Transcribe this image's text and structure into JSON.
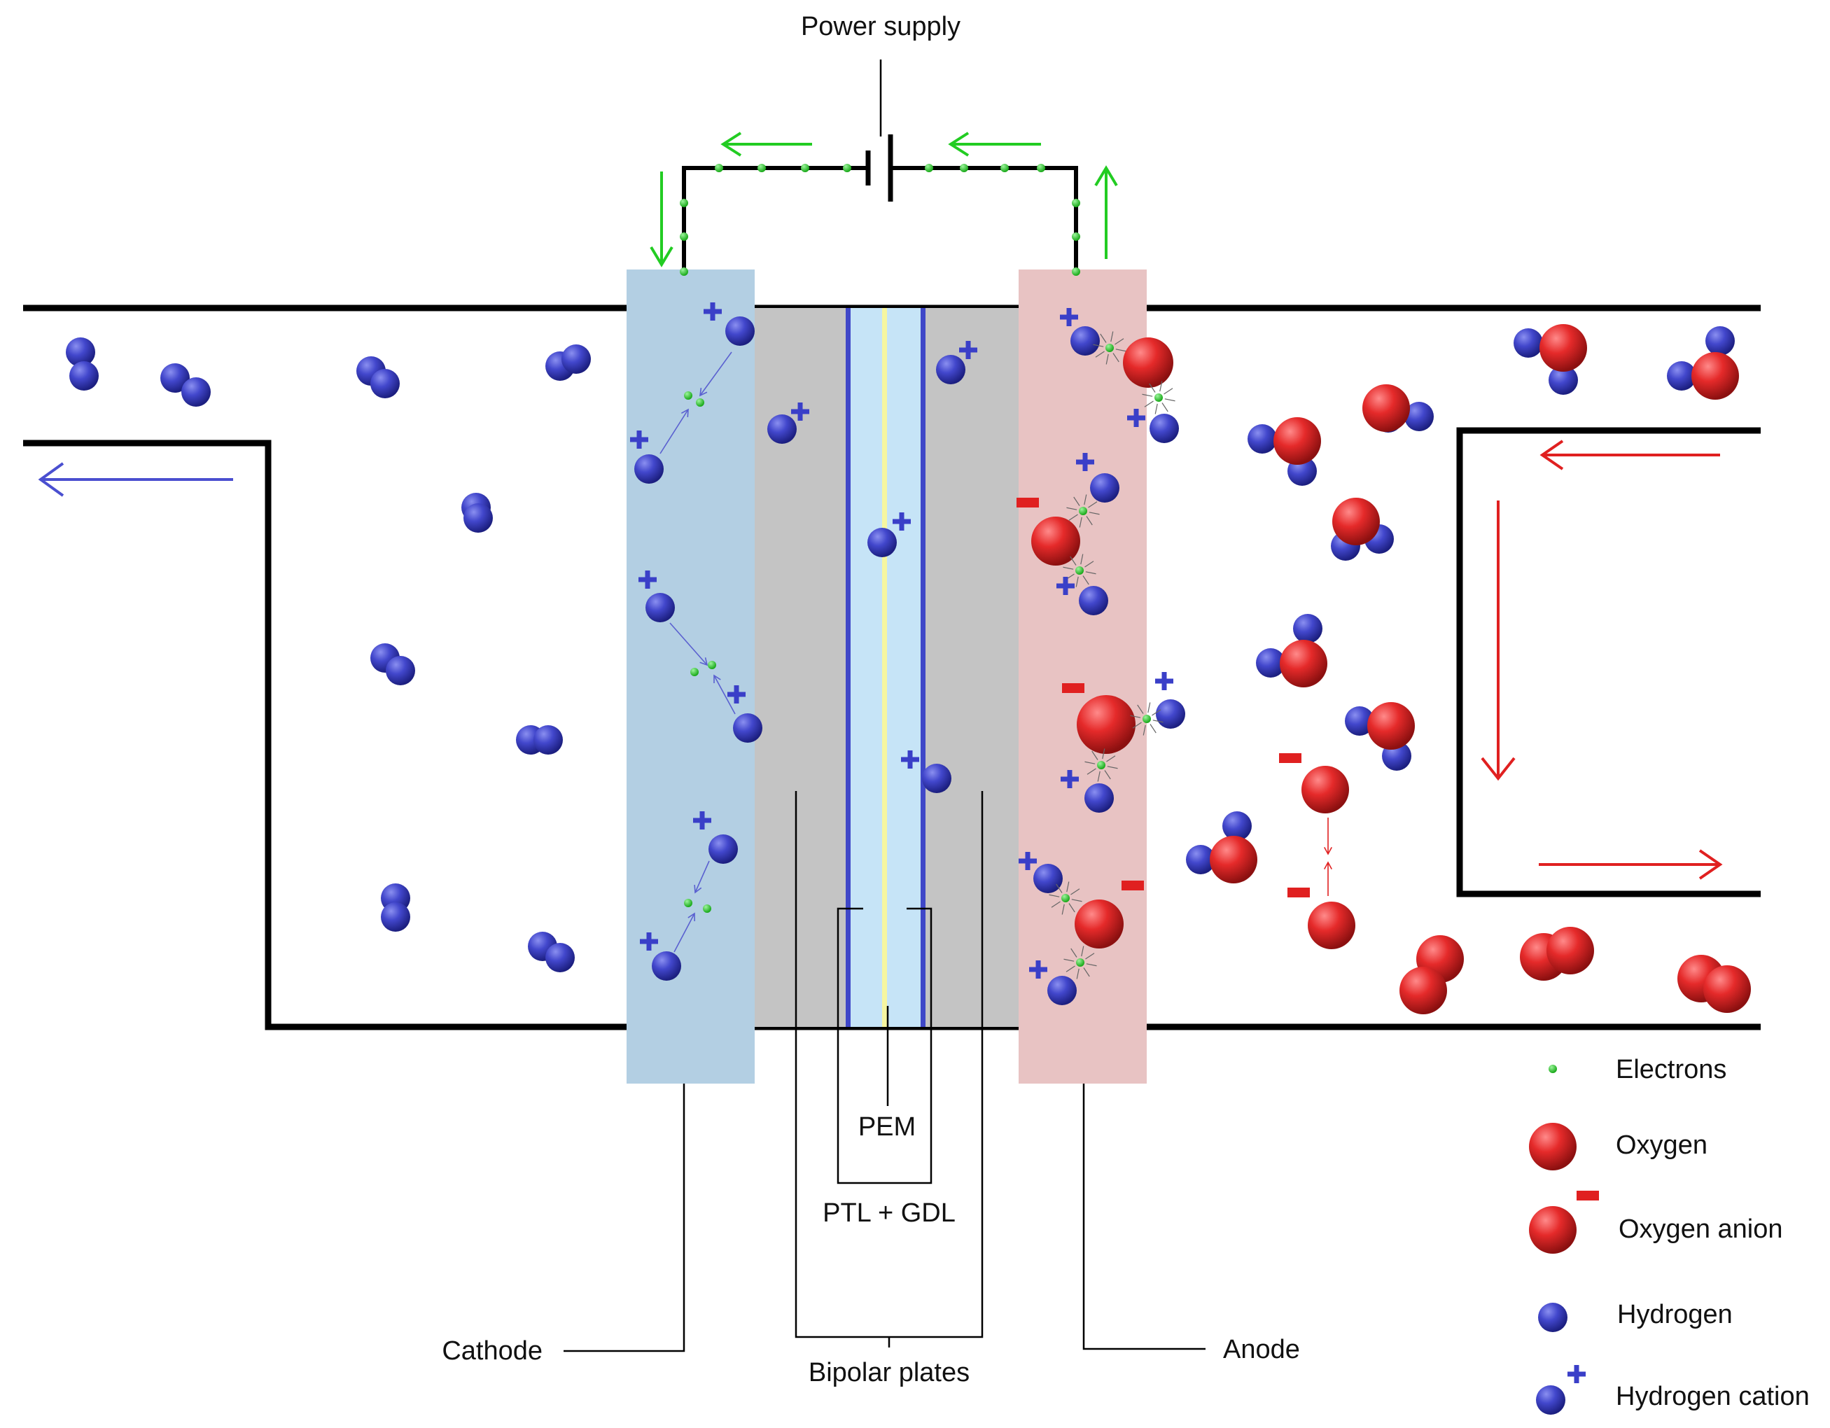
{
  "labels": {
    "power_supply": "Power supply",
    "cathode": "Cathode",
    "anode": "Anode",
    "bipolar_plates": "Bipolar plates",
    "pem": "PEM",
    "ptl_gdl": "PTL + GDL"
  },
  "legend": {
    "electrons": "Electrons",
    "oxygen": "Oxygen",
    "oxygen_anion": "Oxygen anion",
    "hydrogen": "Hydrogen",
    "hydrogen_cation": "Hydrogen cation"
  },
  "colors": {
    "cathode": "#b3cfe3",
    "anode": "#e8c3c3",
    "bipolar_plate": "#c4c4c4",
    "membrane": "#c6e4f7",
    "membrane_edge": "#3f47c8",
    "membrane_core": "#f6f6a0",
    "hydrogen": "#3a3fc8",
    "oxygen": "#e03030",
    "electron": "#2ecc40",
    "electron_arrow": "#22cc22",
    "flow_out_h2": "#4a4fd0",
    "flow_o2": "#e02020"
  },
  "icons": {
    "battery": "battery-icon",
    "flow_arrow": "arrow-icon"
  }
}
